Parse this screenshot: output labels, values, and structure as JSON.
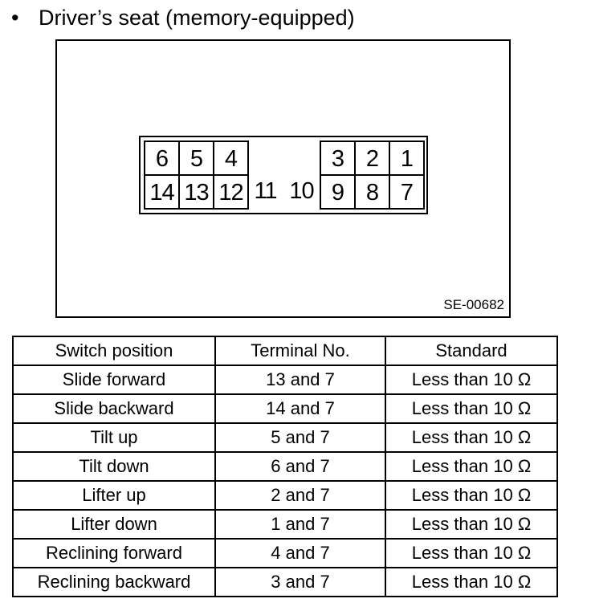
{
  "heading": {
    "bullet": "•",
    "text": "Driver’s seat (memory-equipped)"
  },
  "connector": {
    "top_row": [
      "6",
      "5",
      "4",
      "3",
      "2",
      "1"
    ],
    "bottom_row": [
      "14",
      "13",
      "12",
      "11",
      "10",
      "9",
      "8",
      "7"
    ]
  },
  "figure_code": "SE-00682",
  "table": {
    "headers": [
      "Switch position",
      "Terminal No.",
      "Standard"
    ],
    "rows": [
      [
        "Slide forward",
        "13 and 7",
        "Less than 10 Ω"
      ],
      [
        "Slide backward",
        "14 and 7",
        "Less than 10 Ω"
      ],
      [
        "Tilt up",
        "5 and 7",
        "Less than 10 Ω"
      ],
      [
        "Tilt down",
        "6 and 7",
        "Less than 10 Ω"
      ],
      [
        "Lifter up",
        "2 and 7",
        "Less than 10 Ω"
      ],
      [
        "Lifter down",
        "1 and 7",
        "Less than 10 Ω"
      ],
      [
        "Reclining forward",
        "4 and 7",
        "Less than 10 Ω"
      ],
      [
        "Reclining backward",
        "3 and 7",
        "Less than 10 Ω"
      ]
    ]
  }
}
